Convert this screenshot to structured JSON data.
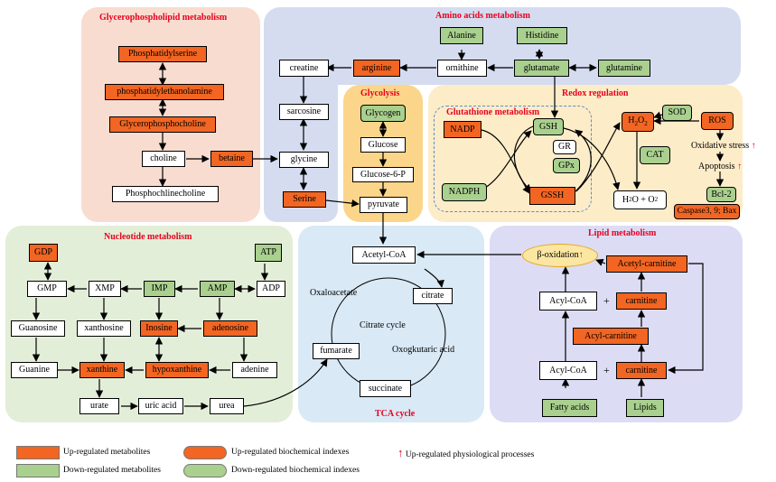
{
  "panels": {
    "glycerophospholipid": "Glycerophospholipid metabolism",
    "amino_acids": "Amino acids metabolism",
    "glycolysis": "Glycolysis",
    "redox": "Redox regulation",
    "glutathione": "Glutathione metabolism",
    "nucleotide": "Nucleotide metabolism",
    "tca": "TCA cycle",
    "lipid": "Lipid metabolism"
  },
  "nodes": {
    "phosphatidylserine": "Phosphatidylserine",
    "phosphatidylethanolamine": "phosphatidylethanolamine",
    "glycerophosphocholine": "Glycerophosphocholine",
    "choline": "choline",
    "betaine": "betaine",
    "phosphocholine": "Phosphochlinecholine",
    "alanine": "Alanine",
    "histidine": "Histidine",
    "creatine": "creatine",
    "arginine": "arginine",
    "ornithine": "ornithine",
    "glutamate": "glutamate",
    "glutamine": "glutamine",
    "sarcosine": "sarcosine",
    "glycine": "glycine",
    "serine": "Serine",
    "glycogen": "Glycogen",
    "glucose": "Glucose",
    "glucose6p": "Glucose-6-P",
    "pyruvate": "pyruvate",
    "nadp": "NADP",
    "gsh": "GSH",
    "gr": "GR",
    "gpx": "GPx",
    "nadph": "NADPH",
    "gssh": "GSSH",
    "h2o2": "H2O2",
    "sod": "SOD",
    "ros": "ROS",
    "cat": "CAT",
    "h2o_o2": "H2O + O2",
    "oxidative_stress": "Oxidative stress",
    "apoptosis": "Apoptosis",
    "bcl2": "Bcl-2",
    "caspase": "Caspase3, 9;  Bax",
    "gdp": "GDP",
    "atp": "ATP",
    "gmp": "GMP",
    "xmp": "XMP",
    "imp": "IMP",
    "amp": "AMP",
    "adp": "ADP",
    "guanosine": "Guanosine",
    "xanthosine": "xanthosine",
    "inosine": "Inosine",
    "adenosine": "adenosine",
    "guanine": "Guanine",
    "xanthine": "xanthine",
    "hypoxanthine": "hypoxanthine",
    "adenine": "adenine",
    "urate": "urate",
    "uric_acid": "uric acid",
    "urea": "urea",
    "acetyl_coa": "Acetyl-CoA",
    "oxaloacetate": "Oxaloacetate",
    "citrate": "citrate",
    "citrate_cycle": "Citrate cycle",
    "fumarate": "fumarate",
    "oxoglutaric": "Oxogkutaric acid",
    "succinate": "succinate",
    "beta_oxidation": "β-oxidation",
    "acetyl_carnitine": "Acetyl-carnitine",
    "acyl_coa_1": "Acyl-CoA",
    "carnitine_1": "carnitine",
    "acyl_carnitine": "Acyl-carnitine",
    "acyl_coa_2": "Acyl-CoA",
    "carnitine_2": "carnitine",
    "fatty_acids": "Fatty acids",
    "lipids": "Lipids",
    "plus": "+"
  },
  "legend": {
    "up_metabolites": "Up-regulated metabolites",
    "down_metabolites": "Down-regulated metabolites",
    "up_indexes": "Up-regulated biochemical indexes",
    "down_indexes": "Down-regulated biochemical indexes",
    "up_processes": "Up-regulated physiological processes"
  },
  "colors": {
    "up": "#f26522",
    "down": "#a9d08e",
    "title_red": "#e8001c",
    "panel_glycerophospholipid": "#f8dccf",
    "panel_amino": "#d5dcf0",
    "panel_glycolysis": "#fbd58a",
    "panel_redox": "#fdecc8",
    "panel_nucleotide": "#e3eed8",
    "panel_tca": "#d9e9f6",
    "panel_lipid": "#dcdcf5"
  }
}
